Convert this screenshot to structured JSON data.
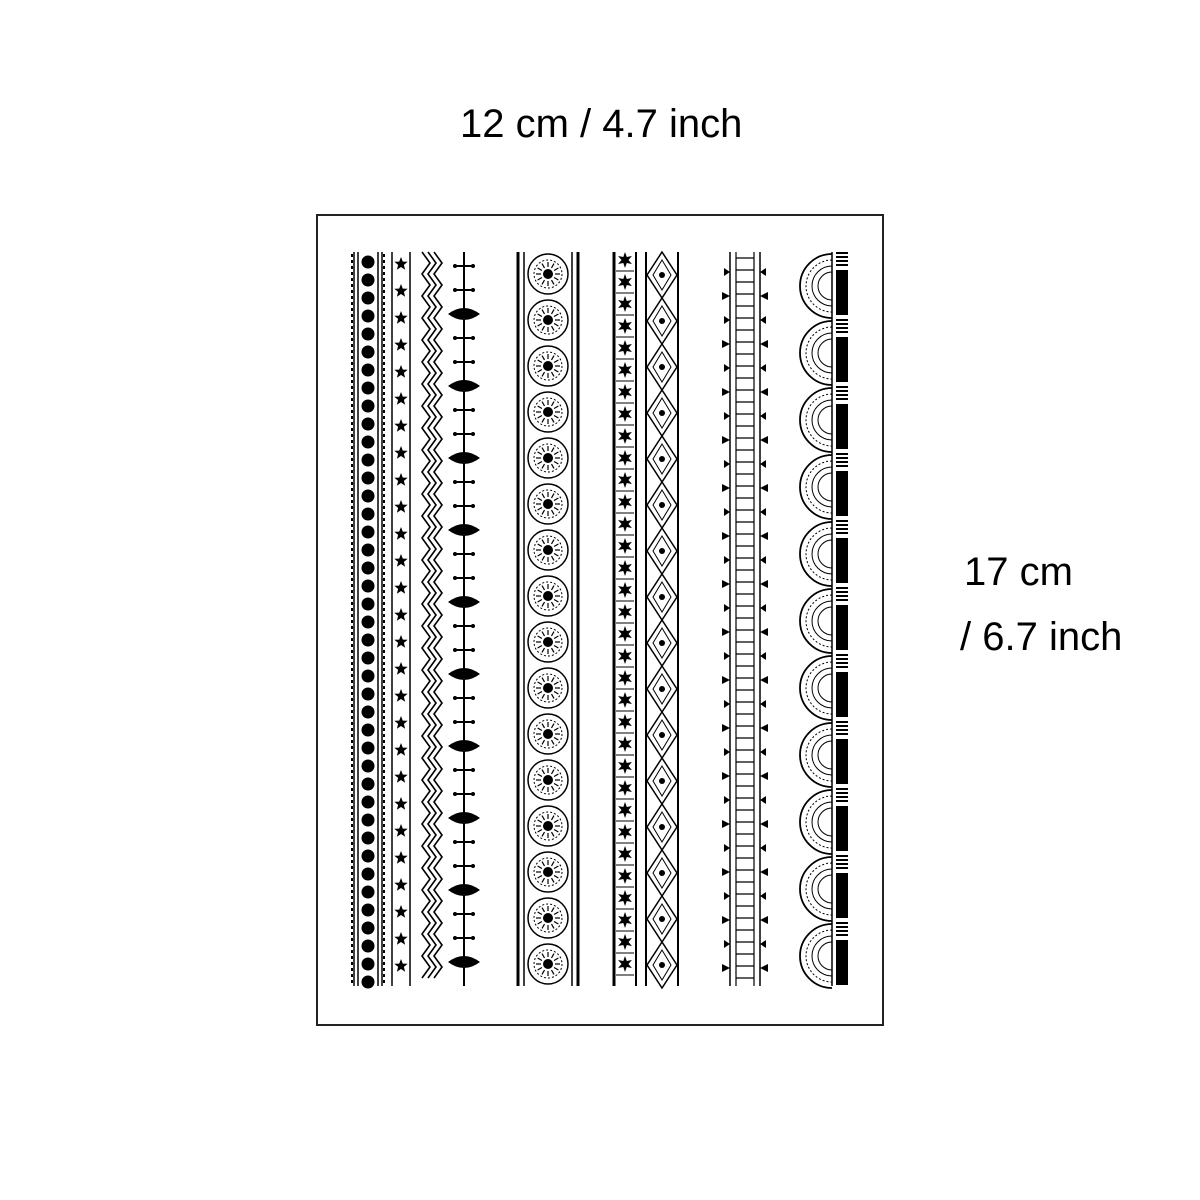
{
  "dimensions": {
    "width_label": "12 cm / 4.7 inch",
    "height_label_line1": "17 cm",
    "height_label_line2": "/ 6.7 inch"
  },
  "colors": {
    "ink": "#000000",
    "paper": "#ffffff",
    "frame": "#222222"
  },
  "sheet": {
    "pattern_strips": [
      "dot-column-border",
      "star-column-border",
      "zigzag-border",
      "leaf-stem-border",
      "medallion-border",
      "star-lattice-border",
      "diamond-border",
      "ladder-border",
      "scallop-arc-border"
    ]
  }
}
